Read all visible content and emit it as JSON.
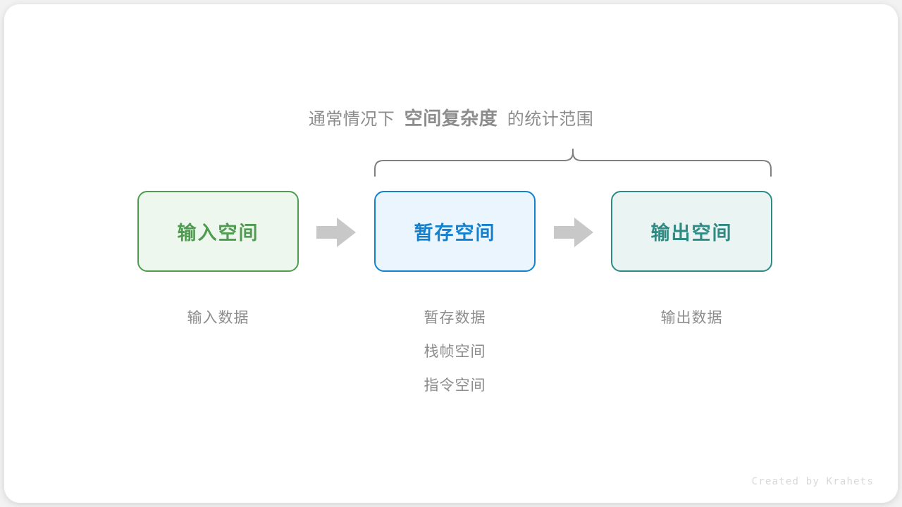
{
  "figure": {
    "heading": {
      "prefix": "通常情况下",
      "emphasis": "空间复杂度",
      "suffix": "的统计范围"
    },
    "brace": {
      "label": "scope-brace",
      "color": "#808080"
    },
    "boxes": [
      {
        "label": "输入空间",
        "border_color": "#4f9c50",
        "fill_color": "#eef7ee",
        "text_color": "#4f9c50"
      },
      {
        "label": "暂存空间",
        "border_color": "#1581cd",
        "fill_color": "#eaf5fd",
        "text_color": "#1581cd"
      },
      {
        "label": "输出空间",
        "border_color": "#2f8a84",
        "fill_color": "#eaf4f3",
        "text_color": "#2f8a84"
      }
    ],
    "arrows": [
      {
        "name": "arrow-input-to-buffer",
        "color": "#c8c8c8"
      },
      {
        "name": "arrow-buffer-to-output",
        "color": "#c8c8c8"
      }
    ],
    "captions": [
      {
        "lines": [
          "输入数据"
        ]
      },
      {
        "lines": [
          "暂存数据",
          "栈帧空间",
          "指令空间"
        ]
      },
      {
        "lines": [
          "输出数据"
        ]
      }
    ],
    "watermark": "Created by Krahets",
    "palette": {
      "background": "#f2f2f2",
      "card": "#ffffff",
      "muted_text": "#8c8c8c",
      "watermark_text": "#d8d8d8"
    }
  }
}
